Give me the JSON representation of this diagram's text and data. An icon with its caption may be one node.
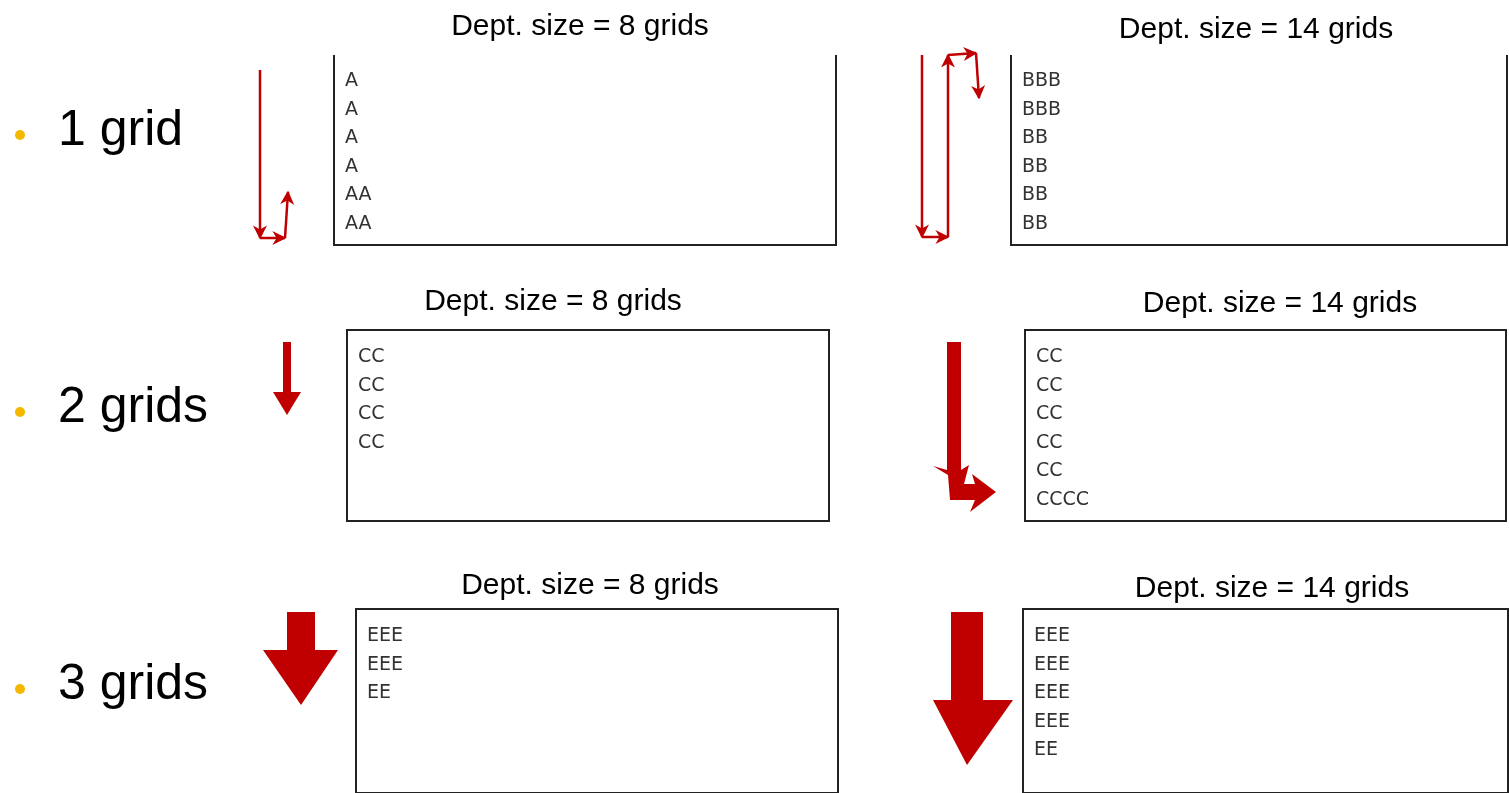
{
  "diagram": {
    "nodes": [
      {
        "text": [
          "Dept. size = 8 grids",
          "A",
          "A",
          "A",
          "A",
          "AA",
          "AA"
        ]
      },
      {
        "text": [
          "Dept. size = 14 grids",
          "BBB",
          "BBB",
          "BB",
          "BB",
          "BB",
          "BB"
        ]
      },
      {
        "text": [
          "Dept. size = 8 grids",
          "CC",
          "CC",
          "CC",
          "CC"
        ]
      },
      {
        "text": [
          "Dept. size = 14 grids",
          "CC",
          "CC",
          "CC",
          "CC",
          "CC",
          "CCCC"
        ]
      },
      {
        "text": [
          "Dept. size = 8 grids",
          "EEE",
          "EEE",
          "EE"
        ]
      },
      {
        "text": [
          "Dept. size = 14 grids",
          "EEE",
          "EEE",
          "EEE",
          "EEE",
          "EE"
        ]
      }
    ],
    "edges": [],
    "labels": [
      "1 grid",
      "2 grids",
      "3 grids"
    ]
  }
}
